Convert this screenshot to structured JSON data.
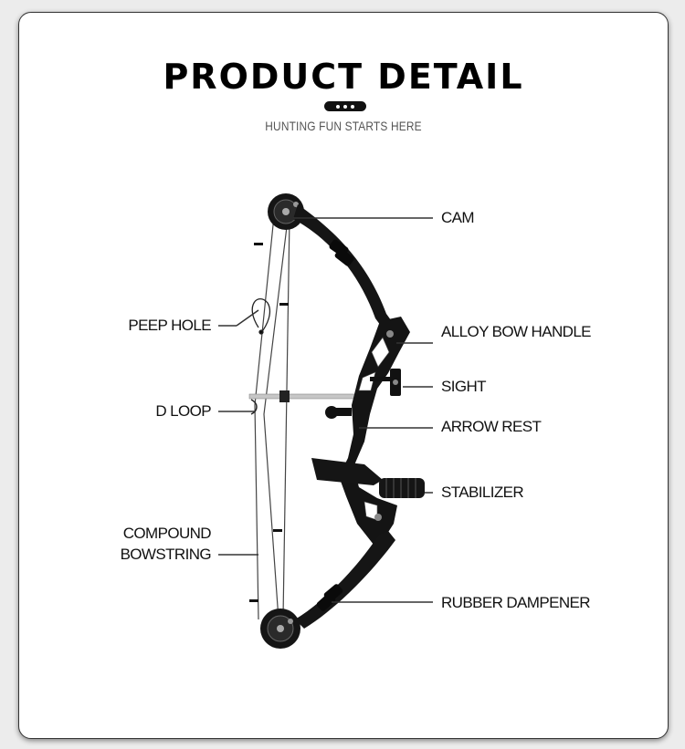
{
  "header": {
    "title": "PRODUCT DETAIL",
    "subtitle": "HUNTING FUN STARTS HERE"
  },
  "labels": {
    "cam": "CAM",
    "alloy_bow_handle": "ALLOY BOW HANDLE",
    "sight": "SIGHT",
    "arrow_rest": "ARROW REST",
    "stabilizer": "STABILIZER",
    "rubber_dampener": "RUBBER DAMPENER",
    "peep_hole": "PEEP HOLE",
    "d_loop": "D LOOP",
    "compound_line1": "COMPOUND",
    "compound_line2": "BOWSTRING"
  },
  "colors": {
    "bow": "#111111",
    "leader_line": "#333333",
    "arrow": "#b8b8b8"
  }
}
